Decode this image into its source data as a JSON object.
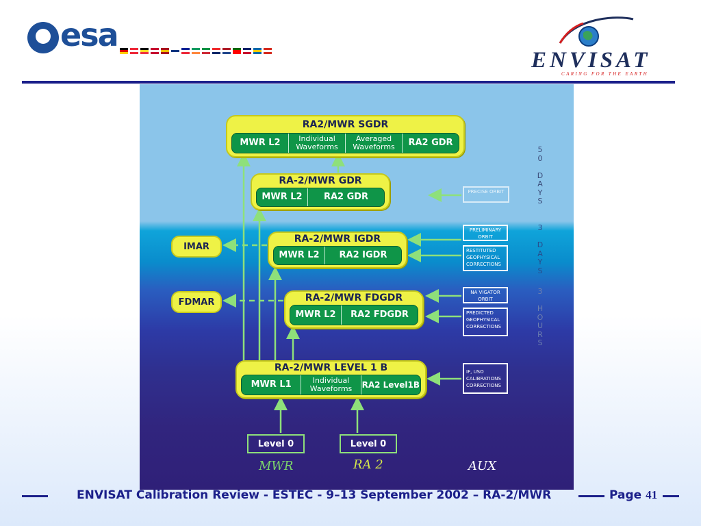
{
  "header": {
    "esa_logo_text": "esa",
    "flag_colors": [
      [
        "#000000",
        "#dd0000",
        "#ffce00"
      ],
      [
        "#ed2939",
        "#ffffff",
        "#ed2939"
      ],
      [
        "#000000",
        "#fdda24",
        "#ef3340"
      ],
      [
        "#c60c30",
        "#ffffff",
        "#c60c30"
      ],
      [
        "#aa151b",
        "#f1bf00",
        "#aa151b"
      ],
      [
        "#ffffff",
        "#003580",
        "#ffffff"
      ],
      [
        "#002395",
        "#ffffff",
        "#ed2939"
      ],
      [
        "#169b62",
        "#ffffff",
        "#ff883e"
      ],
      [
        "#009246",
        "#ffffff",
        "#ce2b37"
      ],
      [
        "#ef2b2d",
        "#ffffff",
        "#002868"
      ],
      [
        "#ae1c28",
        "#ffffff",
        "#21468b"
      ],
      [
        "#006600",
        "#ff0000",
        "#ff0000"
      ],
      [
        "#012169",
        "#ffffff",
        "#c8102e"
      ],
      [
        "#006aa7",
        "#fecc00",
        "#006aa7"
      ],
      [
        "#d52b1e",
        "#ffffff",
        "#d52b1e"
      ]
    ],
    "envisat_logo_text": "ENVISAT",
    "envisat_tagline": "CARING FOR THE EARTH"
  },
  "diagram": {
    "sgdr": {
      "title": "RA2/MWR SGDR",
      "cells": [
        "MWR L2",
        "Individual Waveforms",
        "Averaged Waveforms",
        "RA2 GDR"
      ]
    },
    "gdr": {
      "title": "RA-2/MWR GDR",
      "cells": [
        "MWR L2",
        "RA2 GDR"
      ]
    },
    "igdr": {
      "title": "RA-2/MWR IGDR",
      "cells": [
        "MWR L2",
        "RA2 IGDR"
      ]
    },
    "fdgdr": {
      "title": "RA-2/MWR FDGDR",
      "cells": [
        "MWR L2",
        "RA2 FDGDR"
      ]
    },
    "level1b": {
      "title": "RA-2/MWR LEVEL 1 B",
      "cells": [
        "MWR L1",
        "Individual Waveforms",
        "RA2 Level1B"
      ]
    },
    "side_products": [
      "IMAR",
      "FDMAR"
    ],
    "aux_inputs": {
      "precise_orbit": "PRECISE ORBIT",
      "preliminary_orbit": "PRELIMINARY ORBIT",
      "restituted_corrections": "RESTITUTED GEOPHYSICAL CORRECTIONS",
      "navigator_orbit": "NA VIGATOR ORBIT",
      "predicted_corrections": "PREDICTED GEOPHYSICAL CORRECTIONS",
      "calibrations": "IF, USO CALIBRATIONS CORRECTIONS"
    },
    "level0_boxes": [
      "Level 0",
      "Level 0"
    ],
    "source_labels": [
      "MWR",
      "RA 2",
      "AUX"
    ],
    "timeline": {
      "days50": [
        "5",
        "0",
        "",
        "D",
        "A",
        "Y",
        "S"
      ],
      "days3": [
        "3",
        "",
        "D",
        "A",
        "Y",
        "S"
      ],
      "hours3": [
        "3",
        "",
        "H",
        "O",
        "U",
        "R",
        "S"
      ]
    },
    "colors": {
      "product_box": "#eef246",
      "green_bar": "#0f9548",
      "arrow": "#8ee07a"
    }
  },
  "footer": {
    "text": "ENVISAT Calibration Review - ESTEC - 9–13 September 2002 – RA-2/MWR",
    "page_label": "Page",
    "page_number": "41"
  }
}
